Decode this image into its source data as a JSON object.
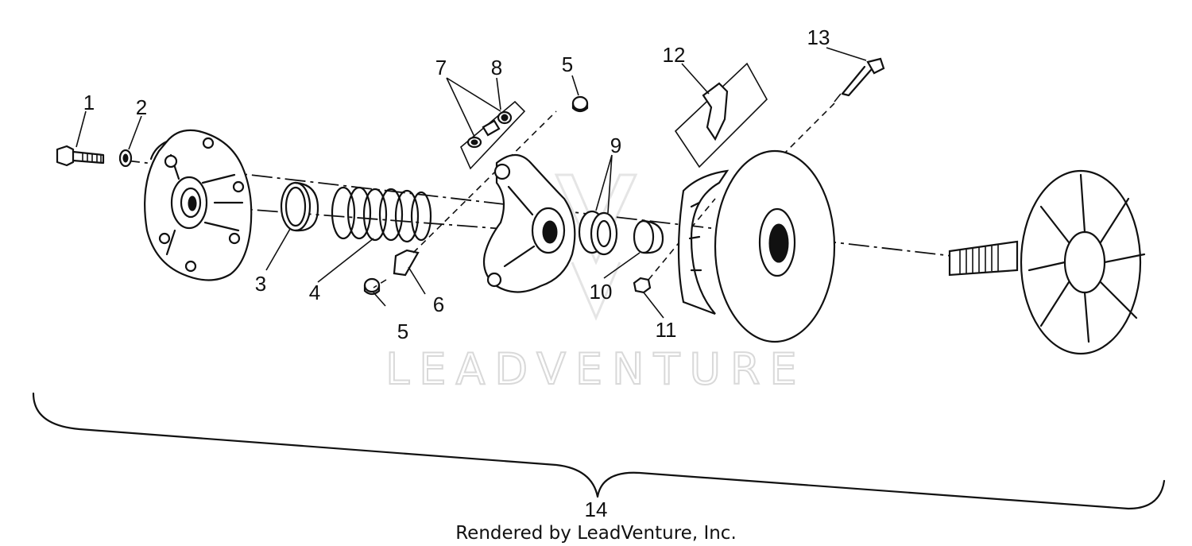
{
  "callouts": [
    {
      "id": "1",
      "label": "1"
    },
    {
      "id": "2",
      "label": "2"
    },
    {
      "id": "3",
      "label": "3"
    },
    {
      "id": "4",
      "label": "4"
    },
    {
      "id": "5a",
      "label": "5"
    },
    {
      "id": "5b",
      "label": "5"
    },
    {
      "id": "6",
      "label": "6"
    },
    {
      "id": "7",
      "label": "7"
    },
    {
      "id": "8",
      "label": "8"
    },
    {
      "id": "9",
      "label": "9"
    },
    {
      "id": "10",
      "label": "10"
    },
    {
      "id": "11",
      "label": "11"
    },
    {
      "id": "12",
      "label": "12"
    },
    {
      "id": "13",
      "label": "13"
    },
    {
      "id": "14",
      "label": "14"
    }
  ],
  "watermark": "LEADVENTURE",
  "footer": "Rendered by LeadVenture, Inc.",
  "colors": {
    "ink": "#111111",
    "watermark": "#d9d9d9",
    "background": "#ffffff"
  }
}
